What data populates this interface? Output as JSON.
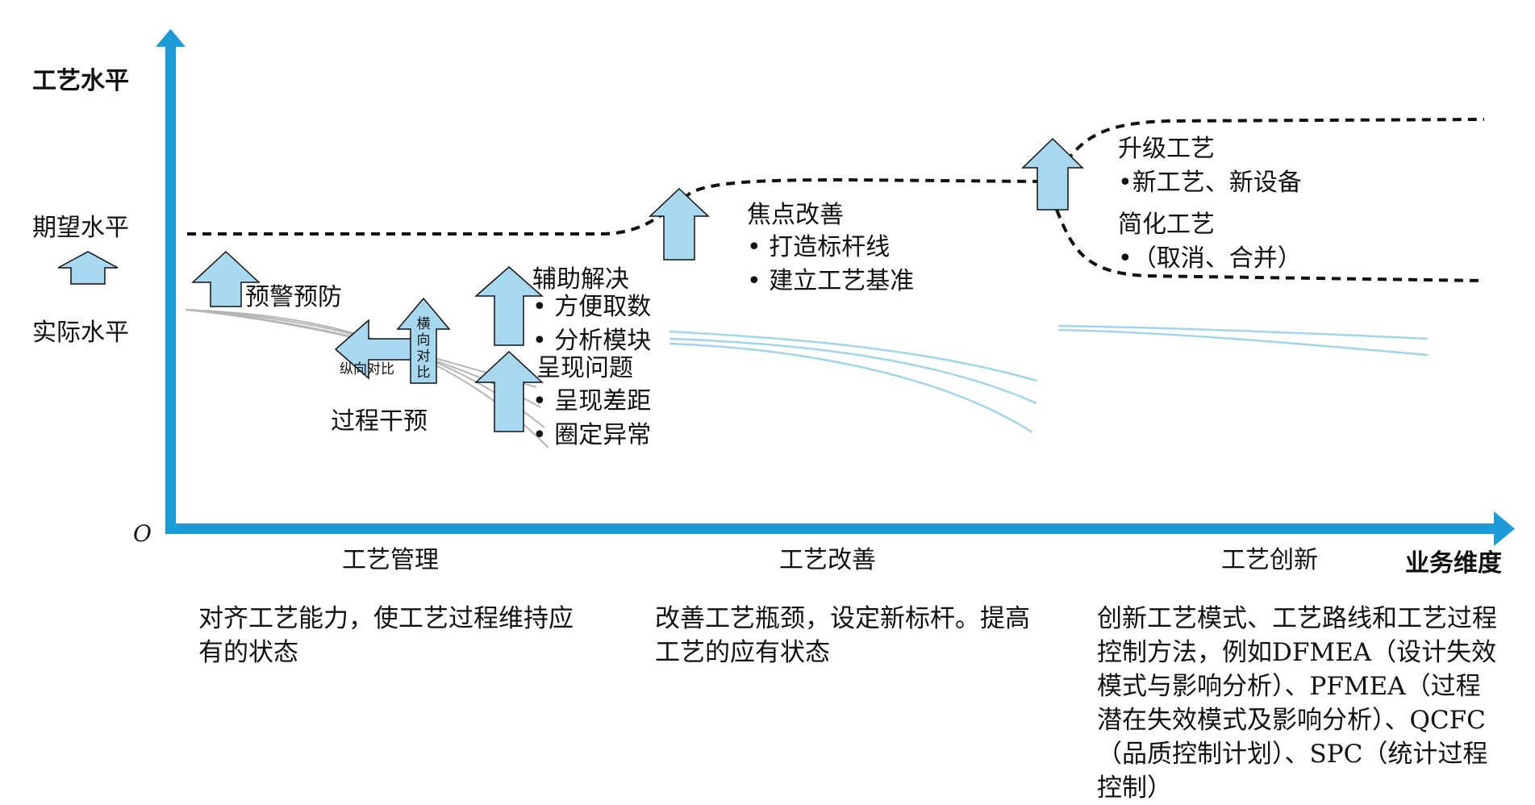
{
  "axes": {
    "y_label": "工艺水平",
    "x_label": "业务维度",
    "origin": "O"
  },
  "levels": {
    "expected": "期望水平",
    "actual": "实际水平"
  },
  "phases": [
    {
      "name": "工艺管理",
      "description": "对齐工艺能力，使工艺过程维持应有的状态"
    },
    {
      "name": "工艺改善",
      "description": "改善工艺瓶颈，设定新标杆。提高工艺的应有状态"
    },
    {
      "name": "工艺创新",
      "description": "创新工艺模式、工艺路线和工艺过程控制方法，例如DFMEA（设计失效模式与影响分析）、PFMEA（过程潜在失效模式及影响分析）、QCFC（品质控制计划）、SPC（统计过程控制）"
    }
  ],
  "management": {
    "warning": "预警预防",
    "vertical_compare": "纵向对比",
    "horizontal_compare": "横向对比",
    "horizontal_chars": [
      "横",
      "向",
      "对",
      "比"
    ],
    "process_intervention": "过程干预",
    "assist_title": "辅助解决",
    "assist_items": [
      "方便取数",
      "分析模块"
    ],
    "present_title": "呈现问题",
    "present_items": [
      "呈现差距",
      "圈定异常"
    ]
  },
  "improvement": {
    "title": "焦点改善",
    "items": [
      "打造标杆线",
      "建立工艺基准"
    ]
  },
  "innovation": {
    "upgrade_title": "升级工艺",
    "upgrade_items": [
      "新工艺、新设备"
    ],
    "simplify_title": "简化工艺",
    "simplify_items": [
      "（取消、合并）"
    ]
  },
  "bullet": "•",
  "colors": {
    "axis": "#1a9ad6",
    "arrow_fill": "#a8d8f0",
    "arrow_stroke": "#111111",
    "curve_light": "#9fd6ee",
    "curve_gray": "#b5b5b5",
    "dash": "#111111"
  }
}
